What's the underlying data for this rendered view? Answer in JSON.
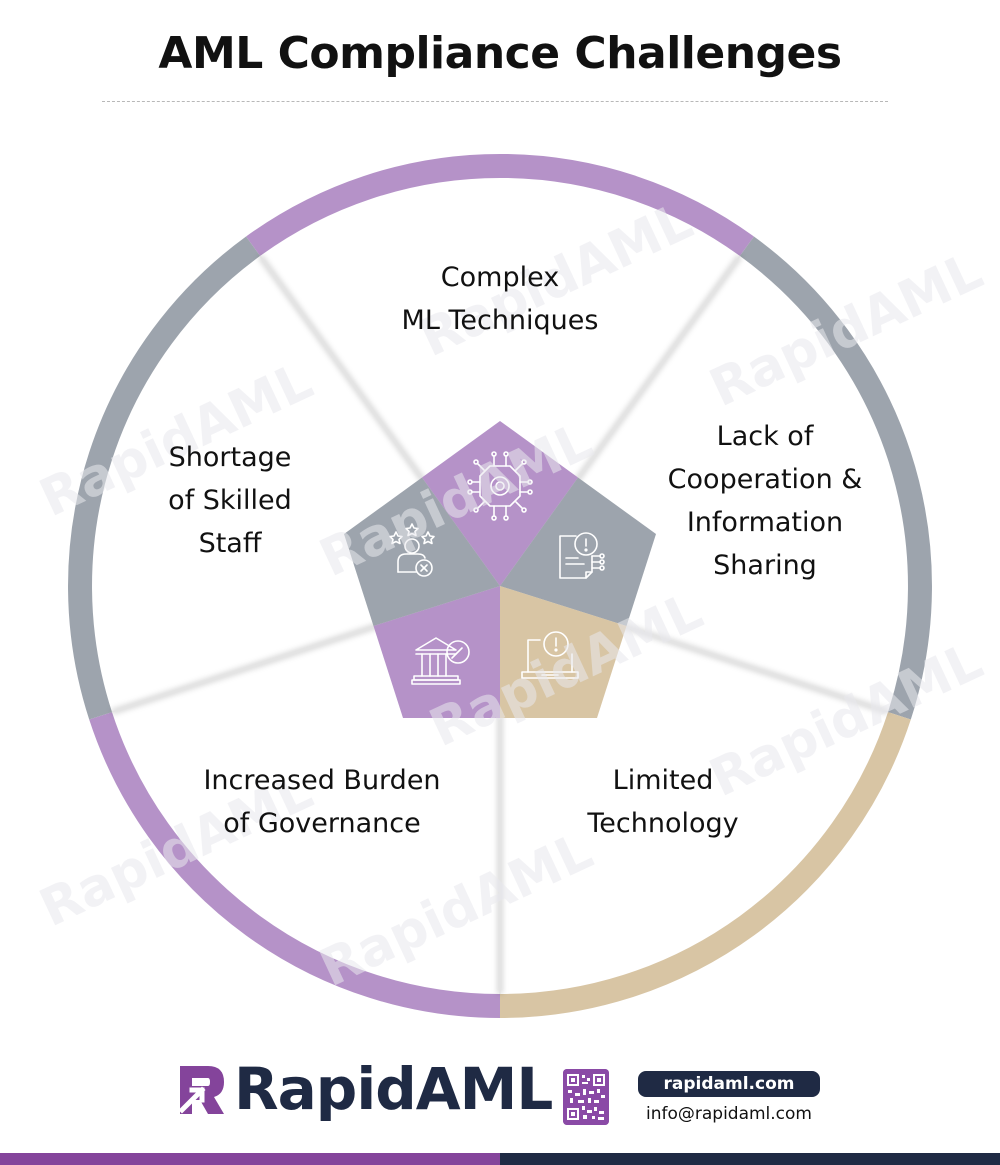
{
  "title": "AML Compliance Challenges",
  "colors": {
    "purple": "#b592c8",
    "gray": "#9da4ad",
    "tan": "#d8c5a4",
    "brand_purple": "#84449b",
    "brand_navy": "#1f2a44"
  },
  "segments": [
    {
      "label": "Complex\nML Techniques",
      "color": "purple",
      "icon": "ai-chip-gear-icon"
    },
    {
      "label": "Lack of\nCooperation &\nInformation\nSharing",
      "color": "gray",
      "icon": "document-alert-network-icon"
    },
    {
      "label": "Limited\nTechnology",
      "color": "tan",
      "icon": "laptop-gear-alert-icon"
    },
    {
      "label": "Increased Burden\nof Governance",
      "color": "purple",
      "icon": "government-building-gavel-icon"
    },
    {
      "label": "Shortage\nof Skilled\nStaff",
      "color": "gray",
      "icon": "person-stars-cancel-icon"
    }
  ],
  "watermark": "RapidAML",
  "footer": {
    "brand": "RapidAML",
    "website": "rapidaml.com",
    "email": "info@rapidaml.com"
  }
}
